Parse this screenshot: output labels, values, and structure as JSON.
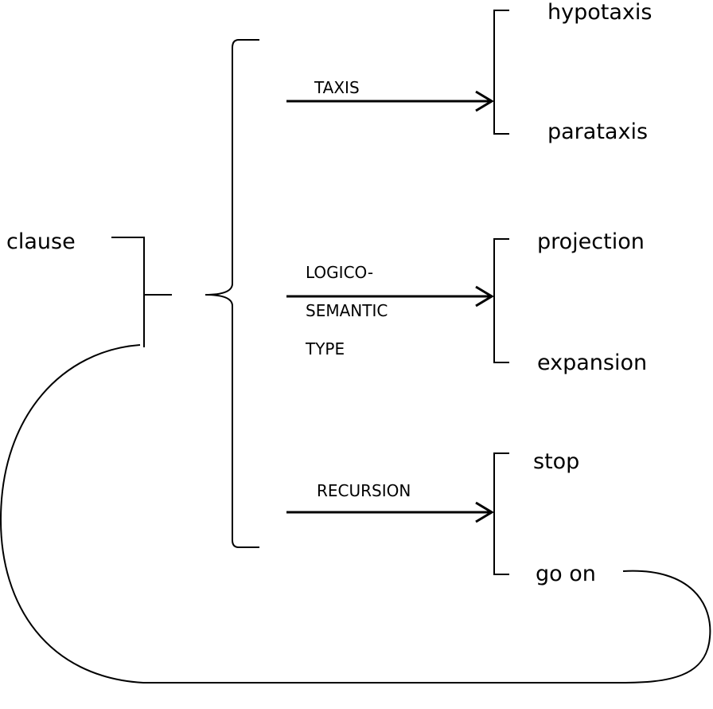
{
  "entry": {
    "label": "clause"
  },
  "systems": [
    {
      "name_lines": [
        "TAXIS"
      ],
      "options": [
        "hypotaxis",
        "parataxis"
      ]
    },
    {
      "name_lines": [
        "LOGICO-",
        "SEMANTIC",
        "TYPE"
      ],
      "options": [
        "projection",
        "expansion"
      ]
    },
    {
      "name_lines": [
        "RECURSION"
      ],
      "options": [
        "stop",
        "go on"
      ]
    }
  ],
  "colors": {
    "ink": "#000000",
    "background": "#ffffff"
  }
}
